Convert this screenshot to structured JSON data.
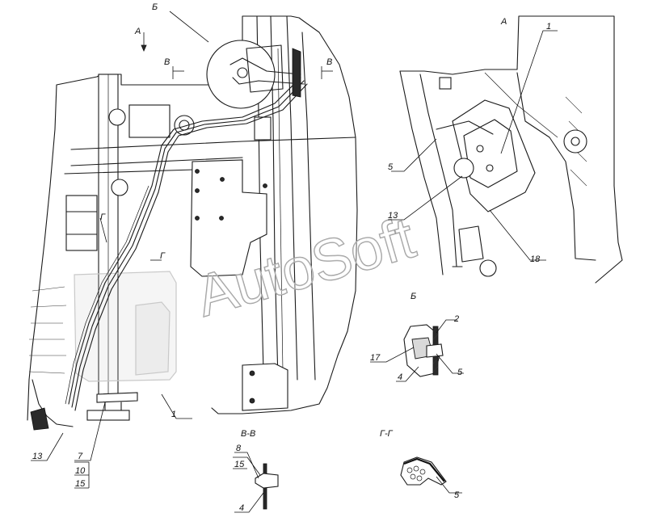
{
  "watermark": "AutoSoft",
  "views": {
    "a_top": "А",
    "a_right": "А",
    "b_top": "Б",
    "b_detail": "Б",
    "v_left": "В",
    "v_right": "В",
    "g_left": "Г",
    "g_right": "Г",
    "vv_section": "В-В",
    "gg_section": "Г-Г"
  },
  "callouts": {
    "main_1": "1",
    "main_7": "7",
    "main_10": "10",
    "main_15": "15",
    "main_13": "13",
    "ra_1": "1",
    "ra_5": "5",
    "ra_13": "13",
    "ra_18": "18",
    "b_2": "2",
    "b_17": "17",
    "b_4": "4",
    "b_5": "5",
    "vv_8": "8",
    "vv_15": "15",
    "vv_4": "4",
    "gg_5": "5"
  }
}
